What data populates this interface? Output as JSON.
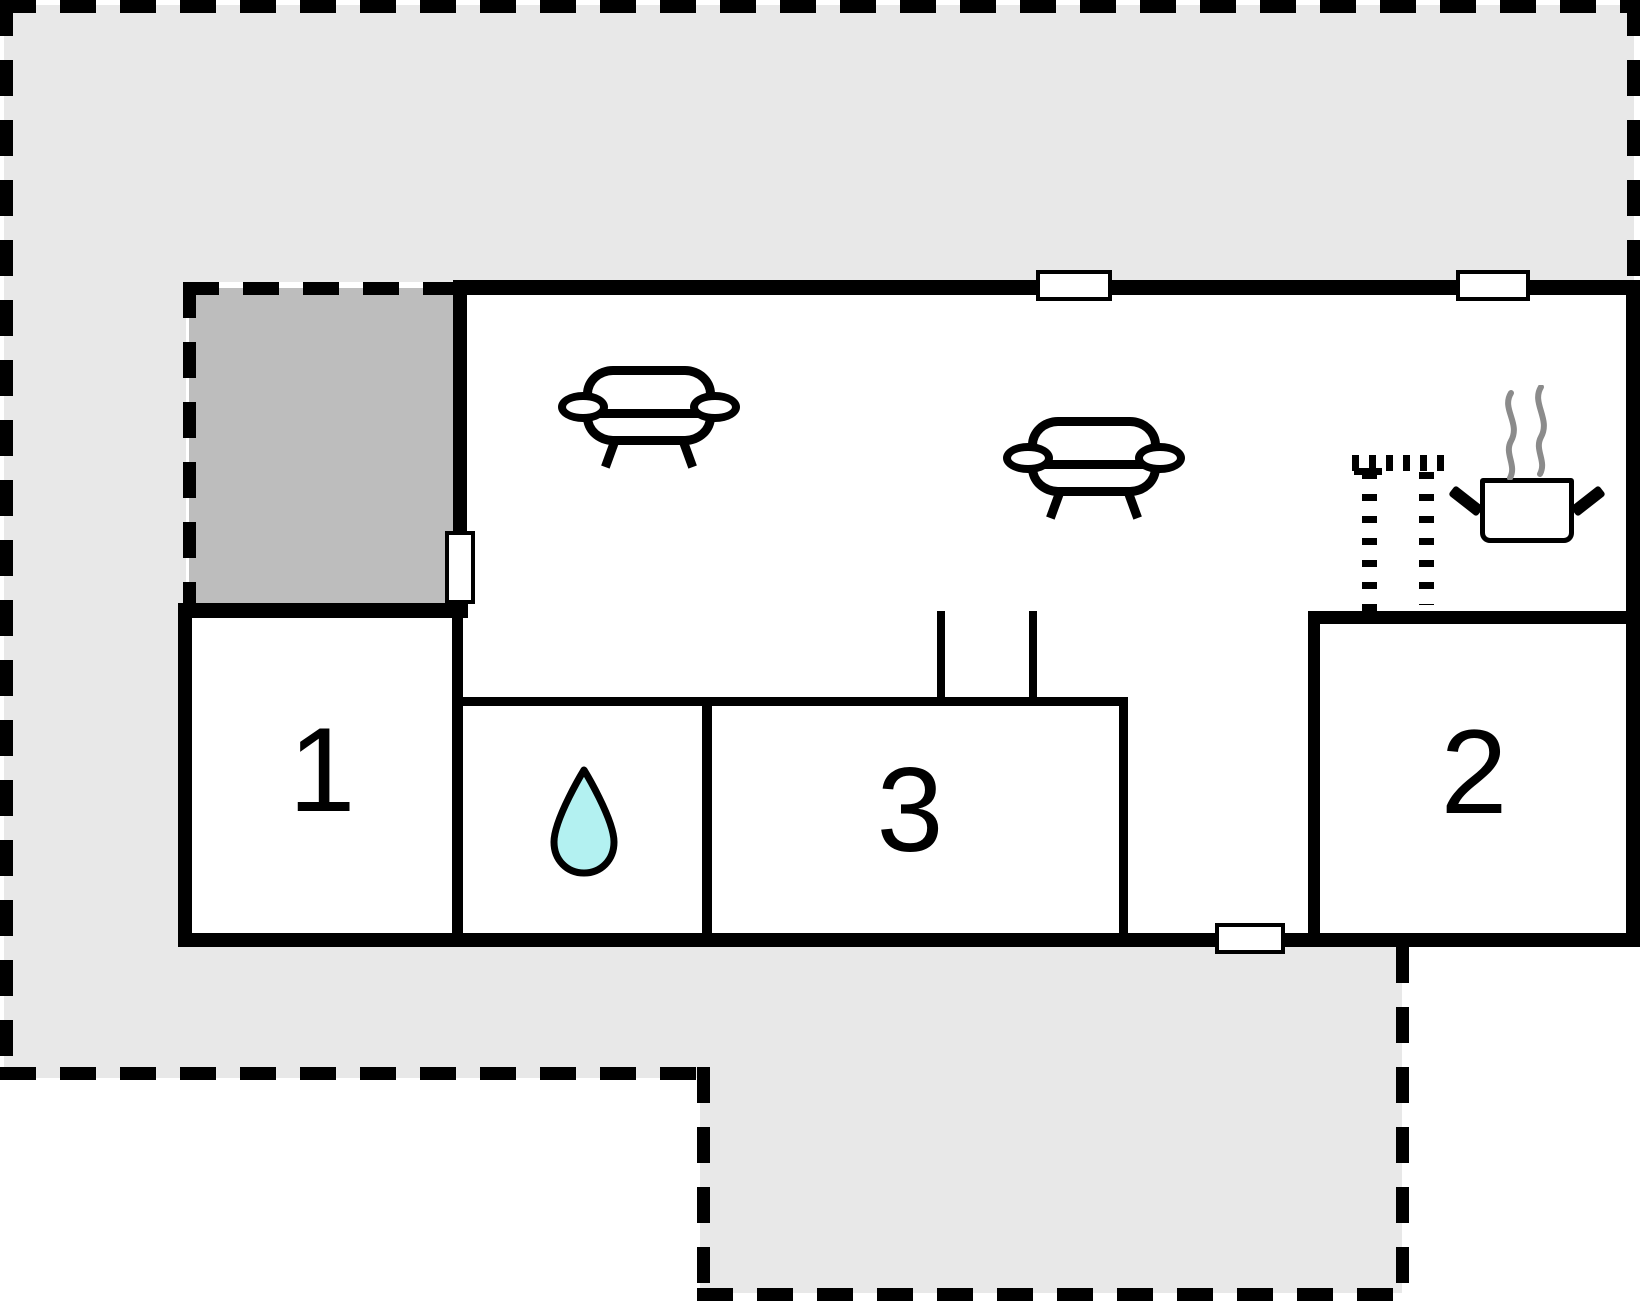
{
  "plan": {
    "rooms": [
      {
        "label": "1"
      },
      {
        "label": "2"
      },
      {
        "label": "3"
      }
    ],
    "colors": {
      "terrace": "#e8e8e8",
      "covered_terrace": "#bdbdbd",
      "wall": "#000000",
      "water_drop": "#b3f1f1",
      "steam": "#8b8b8b"
    },
    "icons": [
      "sofa-icon",
      "sofa-icon",
      "stairs-icon",
      "cooking-pot-icon",
      "water-drop-icon"
    ]
  }
}
